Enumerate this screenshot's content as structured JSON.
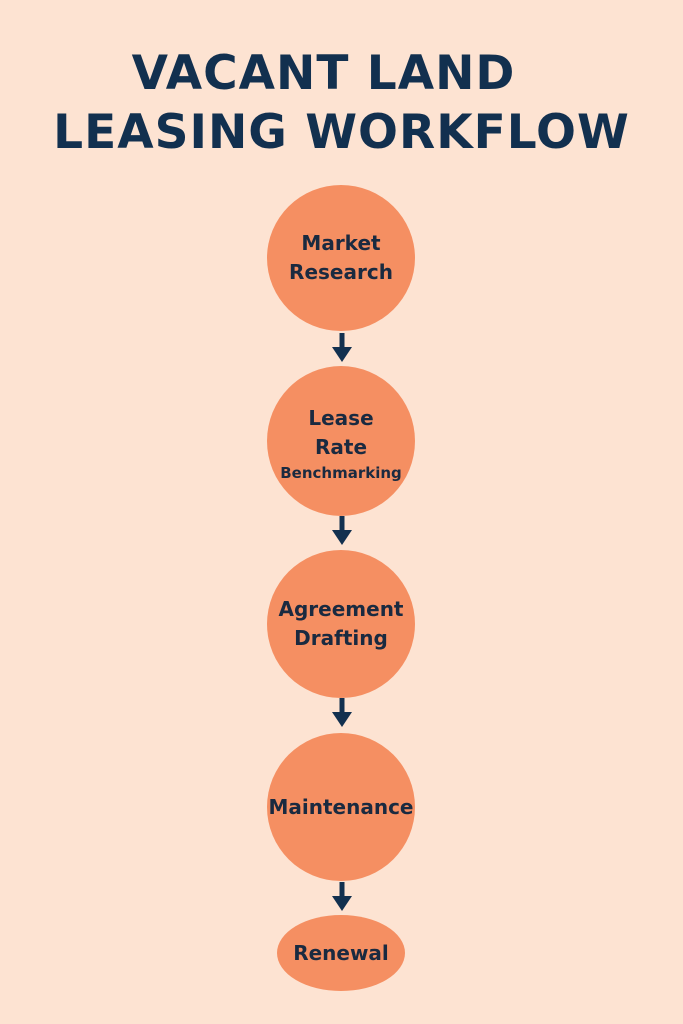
{
  "diagram": {
    "title_line1": "VACANT LAND",
    "title_line2": "LEASING WORKFLOW",
    "steps": [
      {
        "lines": [
          "Market",
          "Research"
        ]
      },
      {
        "lines": [
          "Lease",
          "Rate",
          "Benchmarking"
        ]
      },
      {
        "lines": [
          "Agreement",
          "Drafting"
        ]
      },
      {
        "lines": [
          "Maintenance"
        ]
      },
      {
        "lines": [
          "Renewal"
        ]
      }
    ]
  },
  "colors": {
    "background": "#fde3d2",
    "node_fill": "#f58f62",
    "title": "#12304f",
    "arrow": "#12304f",
    "node_text": "#1a2a40"
  }
}
